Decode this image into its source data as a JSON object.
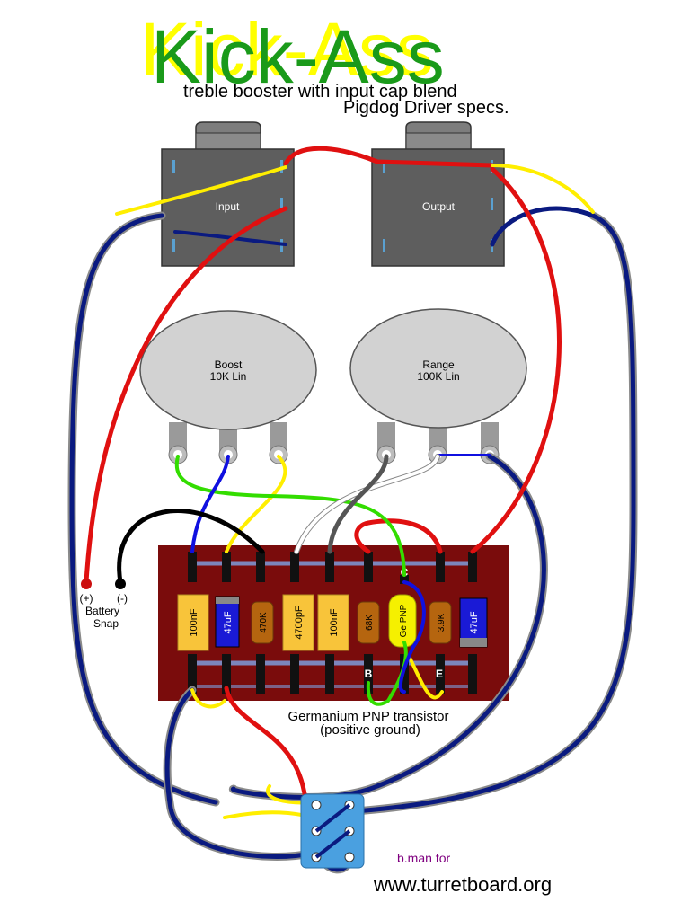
{
  "header": {
    "title": "Kick-Ass",
    "subtitle1": "treble booster with input cap blend",
    "subtitle2": "Pigdog Driver specs."
  },
  "jacks": {
    "input": "Input",
    "output": "Output"
  },
  "pots": {
    "boost": {
      "name": "Boost",
      "value": "10K Lin"
    },
    "range": {
      "name": "Range",
      "value": "100K Lin"
    }
  },
  "battery": {
    "plus": "(+)",
    "minus": "(-)",
    "line1": "Battery",
    "line2": "Snap"
  },
  "components": [
    {
      "label": "100nF"
    },
    {
      "label": "47uF"
    },
    {
      "label": "470K"
    },
    {
      "label": "4700pF"
    },
    {
      "label": "100nF"
    },
    {
      "label": "68K"
    },
    {
      "label": "Ge PNP"
    },
    {
      "label": "3.9K"
    },
    {
      "label": "47uF"
    }
  ],
  "transistor_pins": {
    "c": "C",
    "b": "B",
    "e": "E"
  },
  "transistor_note": {
    "line1": "Germanium PNP transistor",
    "line2": "(positive ground)"
  },
  "credit": {
    "byline": "b.man for",
    "site": "www.turretboard.org"
  },
  "colors": {
    "board": "#7a0c0c",
    "wire_red": "#e01010",
    "wire_blue": "#0a1a80",
    "wire_yellow": "#ffee00",
    "wire_green": "#33dd00",
    "wire_black": "#000000",
    "wire_grey": "#555555",
    "title_green": "#1a9a1a",
    "title_yellow": "#ffff00",
    "byline_purple": "#800080"
  }
}
